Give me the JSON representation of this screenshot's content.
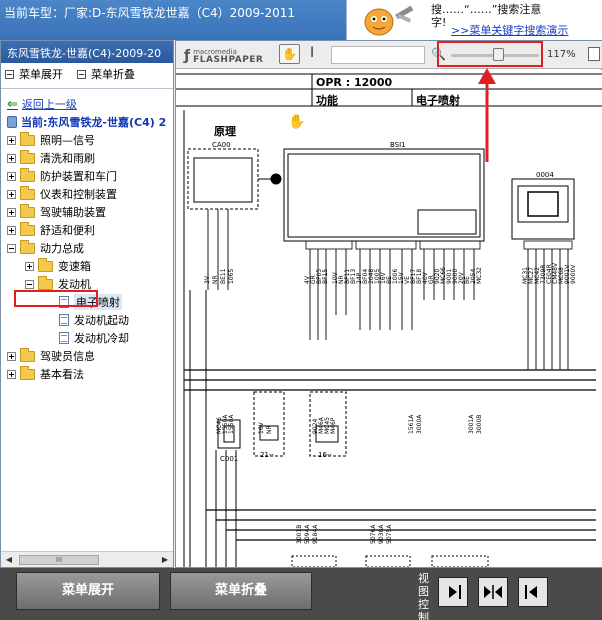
{
  "header": {
    "car_title": "当前车型：厂家:D-东风雪铁龙世嘉（C4）2009-2011",
    "ad_line1": "搜……“……”搜索注意",
    "ad_line2": "字!",
    "ad_link": ">>菜单关键字搜索演示"
  },
  "sidebar": {
    "title": "东风雪铁龙-世嘉(C4)-2009-20",
    "expand_label": "菜单展开",
    "collapse_label": "菜单折叠",
    "back_label": "返回上一级",
    "current_label": "当前:东风雪铁龙-世嘉(C4) 2",
    "items": [
      {
        "label": "照明—信号"
      },
      {
        "label": "清洗和雨刷"
      },
      {
        "label": "防护装置和车门"
      },
      {
        "label": "仪表和控制装置"
      },
      {
        "label": "驾驶辅助装置"
      },
      {
        "label": "舒适和便利"
      },
      {
        "label": "动力总成"
      },
      {
        "label": "变速箱"
      },
      {
        "label": "发动机"
      },
      {
        "label": "电子喷射"
      },
      {
        "label": "发动机起动"
      },
      {
        "label": "发动机冷却"
      },
      {
        "label": "驾驶员信息"
      },
      {
        "label": "基本看法"
      }
    ],
    "scroll_grip": "III"
  },
  "viewer": {
    "logo_small": "macromedia",
    "logo_big": "FLASHPAPER",
    "zoom": "117%",
    "zoom_level": 0.55
  },
  "diagram": {
    "opr": "OPR : 12000",
    "col_func": "功能",
    "col_system": "电子喷射",
    "section_label": "原理",
    "components": [
      "CA00",
      "BSI1",
      "0004",
      "C001"
    ],
    "wire_labels": [
      "3V",
      "NR",
      "BE11",
      "1065",
      "4V",
      "GR",
      "BF05",
      "BF15",
      "10V",
      "NR",
      "BF11",
      "BF13",
      "24P",
      "BF04",
      "2048",
      "1005",
      "16V",
      "BE",
      "1006",
      "15V",
      "VE",
      "BF17",
      "BF18",
      "40V",
      "GR",
      "9020",
      "MC66",
      "9001",
      "9000",
      "20V",
      "BE",
      "2054",
      "MC32",
      "MC31",
      "MC27",
      "MC42",
      "7309R",
      "CE04R",
      "CM48V",
      "MC68",
      "9001V",
      "9000V",
      "16V",
      "NR",
      "9024",
      "M46A",
      "MC45",
      "M46P",
      "MC46",
      "1550A",
      "1550A",
      "1561A",
      "3000A",
      "3001A",
      "3000B",
      "3001B",
      "5094A",
      "9184A",
      "5076A",
      "9030A",
      "5075A"
    ],
    "bottom_tags": [
      "21--",
      "16--"
    ]
  },
  "bottom": {
    "expand_button": "菜单展开",
    "collapse_button": "菜单折叠",
    "view_control_label": "视图控制"
  },
  "colors": {
    "header_blue": "#3a73b8",
    "highlight_red": "#e02020",
    "bottom_bar": "#4a4a4a"
  }
}
